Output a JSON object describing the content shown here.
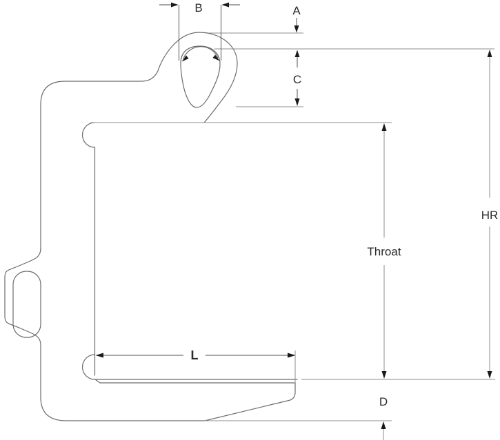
{
  "diagram": {
    "type": "engineering-dimension-drawing",
    "subject": "c-hook-plate-lifting-clamp-side-view",
    "labels": {
      "a": "A",
      "b": "B",
      "c": "C",
      "d": "D",
      "l": "L",
      "hr": "HR",
      "throat": "Throat"
    },
    "colors": {
      "background": "#ffffff",
      "part_outline": "#6b6b6b",
      "extension_line": "#8c8c8c",
      "dimension_line": "#4f4f4f",
      "arrowhead": "#1a1a1a",
      "text": "#2b2b2b"
    }
  }
}
